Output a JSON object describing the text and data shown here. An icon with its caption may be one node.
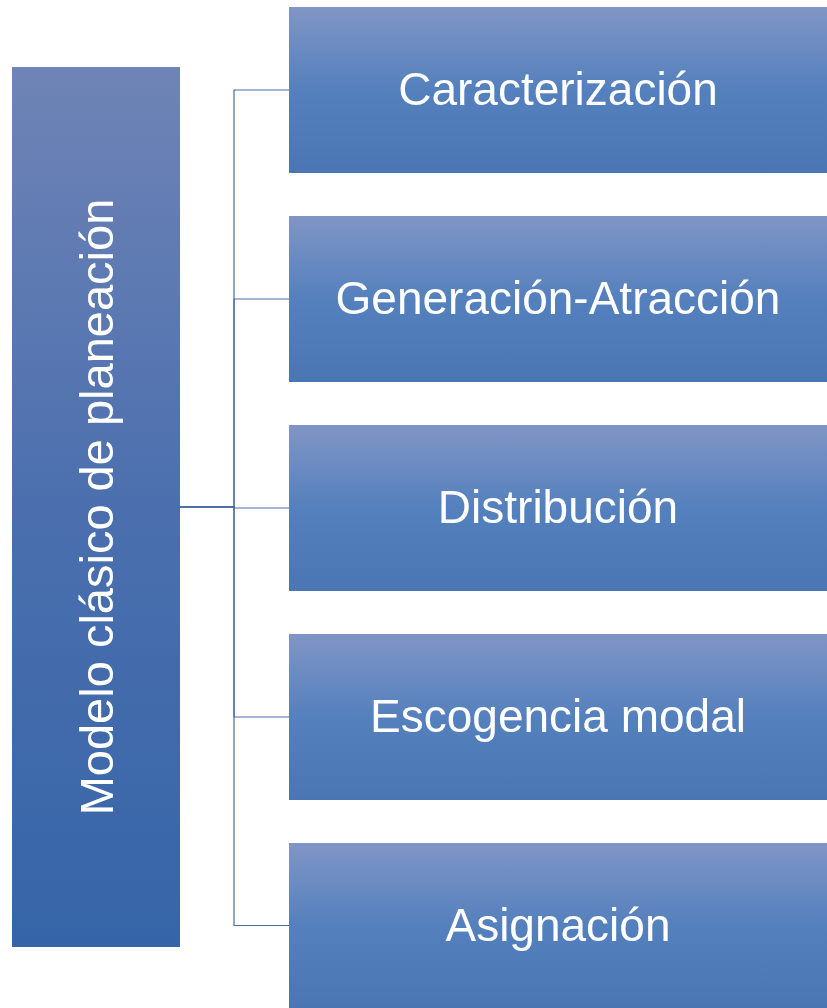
{
  "diagram": {
    "nodes": [
      {
        "text": [
          "Modelo clásico de planeación"
        ]
      },
      {
        "text": [
          "Caracterización"
        ]
      },
      {
        "text": [
          "Generación-Atracción"
        ]
      },
      {
        "text": [
          "Distribución"
        ]
      },
      {
        "text": [
          "Escogencia modal"
        ]
      },
      {
        "text": [
          "Asignación"
        ]
      }
    ],
    "edges": [
      {
        "from": 0,
        "to": 1,
        "arrow": "none"
      },
      {
        "from": 0,
        "to": 2,
        "arrow": "none"
      },
      {
        "from": 0,
        "to": 3,
        "arrow": "none"
      },
      {
        "from": 0,
        "to": 4,
        "arrow": "none"
      },
      {
        "from": 0,
        "to": 5,
        "arrow": "none"
      }
    ]
  }
}
